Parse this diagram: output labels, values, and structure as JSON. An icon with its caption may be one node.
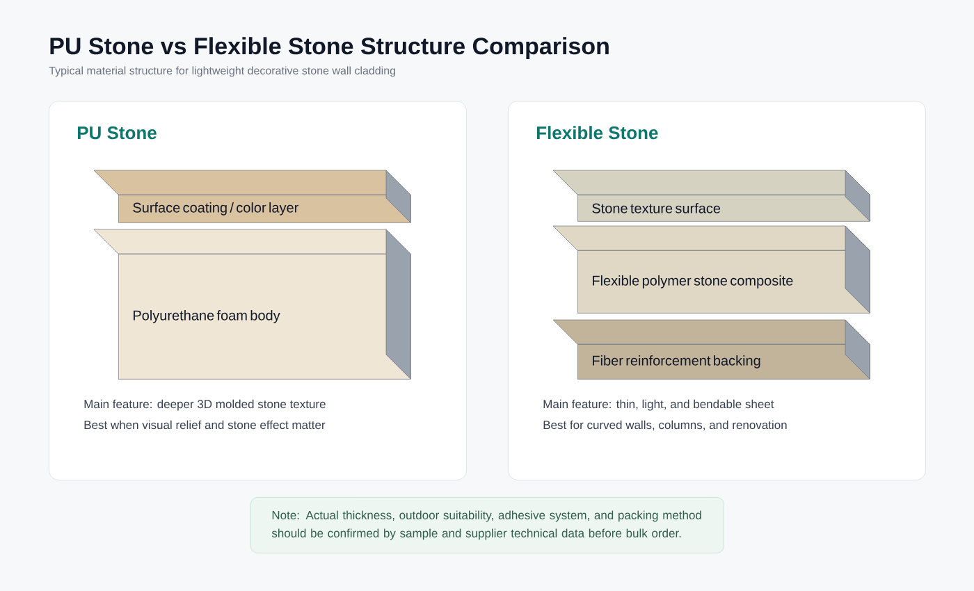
{
  "diagram": {
    "title": "PU Stone vs Flexible Stone Structure Comparison",
    "nodes": [
      {
        "text": [
          "PU Stone",
          "Main feature: deeper 3D molded stone texture",
          "Best when visual relief and stone effect matter"
        ]
      },
      {
        "text": [
          "Surface coating / color layer"
        ],
        "in": 0
      },
      {
        "text": [
          "Polyurethane foam body"
        ],
        "in": 0
      },
      {
        "text": [
          "Flexible Stone",
          "Main feature: thin, light, and bendable sheet",
          "Best for curved walls, columns, and renovation"
        ]
      },
      {
        "text": [
          "Stone texture surface"
        ],
        "in": 3
      },
      {
        "text": [
          "Flexible polymer stone composite"
        ],
        "in": 3
      },
      {
        "text": [
          "Fiber reinforcement backing"
        ],
        "in": 3
      },
      {
        "text": [
          "Note: Actual thickness, outdoor suitability, adhesive system, and packing method should be confirmed by sample and supplier technical data before bulk order."
        ]
      }
    ],
    "labels": [
      "Typical material structure for lightweight decorative stone wall cladding"
    ]
  }
}
